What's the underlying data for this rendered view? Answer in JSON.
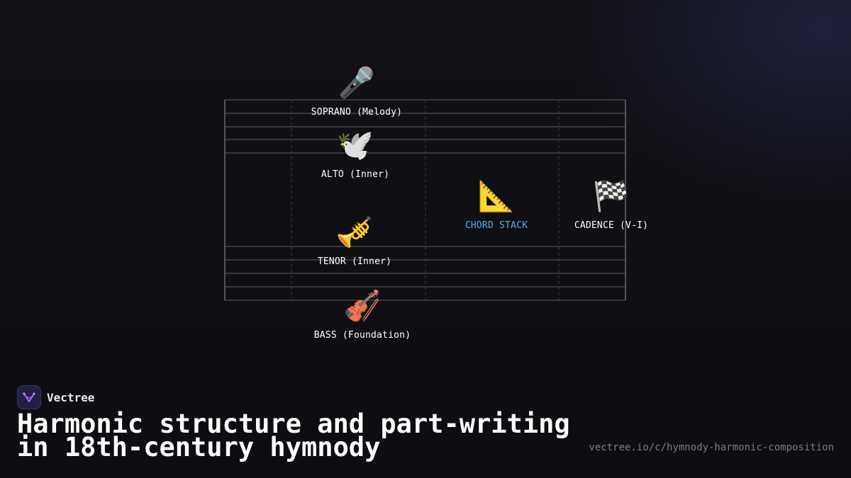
{
  "diagram": {
    "nodes": {
      "soprano": {
        "icon": "microphone-icon",
        "glyph": "🎤",
        "label": "SOPRANO (Melody)"
      },
      "alto": {
        "icon": "dove-icon",
        "glyph": "🕊️",
        "label": "ALTO (Inner)"
      },
      "tenor": {
        "icon": "trumpet-icon",
        "glyph": "🎺",
        "label": "TENOR (Inner)"
      },
      "bass": {
        "icon": "violin-icon",
        "glyph": "🎻",
        "label": "BASS (Foundation)"
      },
      "chord_stack": {
        "icon": "triangular-ruler-icon",
        "glyph": "📐",
        "label": "CHORD STACK"
      },
      "cadence": {
        "icon": "checkered-flag-icon",
        "glyph": "🏁",
        "label": "CADENCE (V-I)"
      }
    },
    "colors": {
      "accent": "#5ba8f5",
      "staff_line": "#5a5a62",
      "background": "#0f0f13"
    }
  },
  "footer": {
    "brand_name": "Vectree",
    "title_line1": "Harmonic structure and part-writing",
    "title_line2": "in 18th-century hymnody",
    "url": "vectree.io/c/hymnody-harmonic-composition"
  }
}
